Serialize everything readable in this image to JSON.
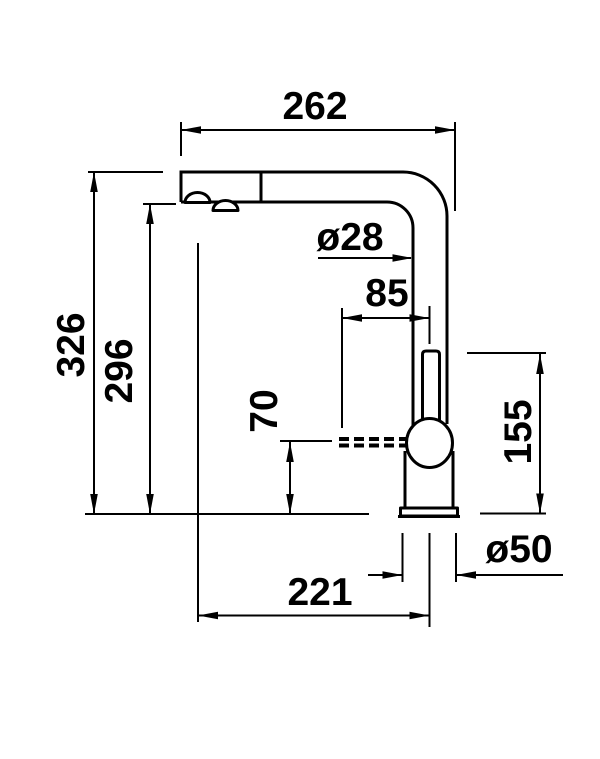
{
  "dimensions": {
    "spout_reach": "262",
    "spout_tube_diameter": "ø28",
    "outlet_to_axis_offset": "85",
    "total_height": "326",
    "spout_underside_height": "296",
    "hose_outlet_height": "70",
    "lever_top_height": "155",
    "base_diameter": "ø50",
    "reach_to_outlet": "221"
  },
  "colors": {
    "line": "#000000",
    "background": "#ffffff"
  }
}
